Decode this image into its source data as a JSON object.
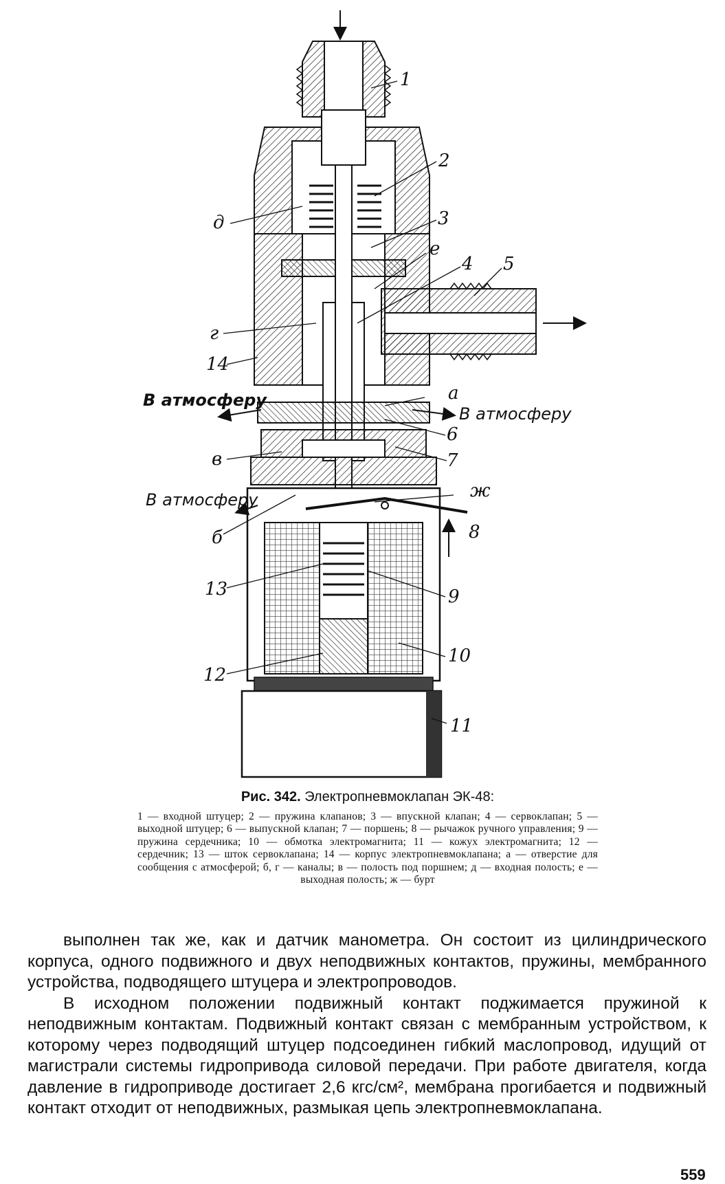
{
  "figure": {
    "part_labels": {
      "n1": "1",
      "n2": "2",
      "n3": "3",
      "n4": "4",
      "n5": "5",
      "n6": "6",
      "n7": "7",
      "n8": "8",
      "n9": "9",
      "n10": "10",
      "n11": "11",
      "n12": "12",
      "n13": "13",
      "n14": "14",
      "l_d": "д",
      "l_e": "е",
      "l_g": "г",
      "l_a": "а",
      "l_v": "в",
      "l_b": "б",
      "l_zh": "ж"
    },
    "atmosphere_labels": {
      "left_top": "В атмосферу",
      "right": "В атмосферу",
      "left_bottom": "В атмосферу"
    }
  },
  "caption": {
    "fig_number": "Рис. 342.",
    "title": "Электропневмоклапан ЭК-48:",
    "legend": "1 — входной штуцер; 2 — пружина клапанов; 3 — впускной клапан; 4 — сервоклапан; 5 — выходной штуцер; 6 — выпускной клапан; 7 — поршень; 8 — рычажок ручного управления; 9 — пружина сердечника; 10 — обмотка электромагнита; 11 — кожух электромагнита; 12 — сердечник; 13 — шток сервоклапана; 14 — корпус электропневмоклапана; а — отверстие для сообщения с атмосферой; б, г — каналы; в — полость под поршнем; д — входная полость; е — выходная полость; ж — бурт"
  },
  "body": {
    "paragraph_1": "выполнен так же, как и датчик манометра. Он состоит из цилиндрического корпуса, одного подвижного и двух неподвижных контактов, пружины, мембранного устройства, подводящего штуцера и электропроводов.",
    "paragraph_2": "В исходном положении подвижный контакт поджимается пружиной к неподвижным контактам. Подвижный контакт связан с мембранным устройством, к которому через подводящий штуцер подсоединен гибкий маслопровод, идущий от магистрали системы гидропривода силовой передачи. При работе двигателя, когда давление в гидроприводе достигает 2,6 кгс/см², мембрана прогибается и подвижный контакт отходит от неподвижных, размыкая цепь электропневмоклапана."
  },
  "page_number": "559"
}
